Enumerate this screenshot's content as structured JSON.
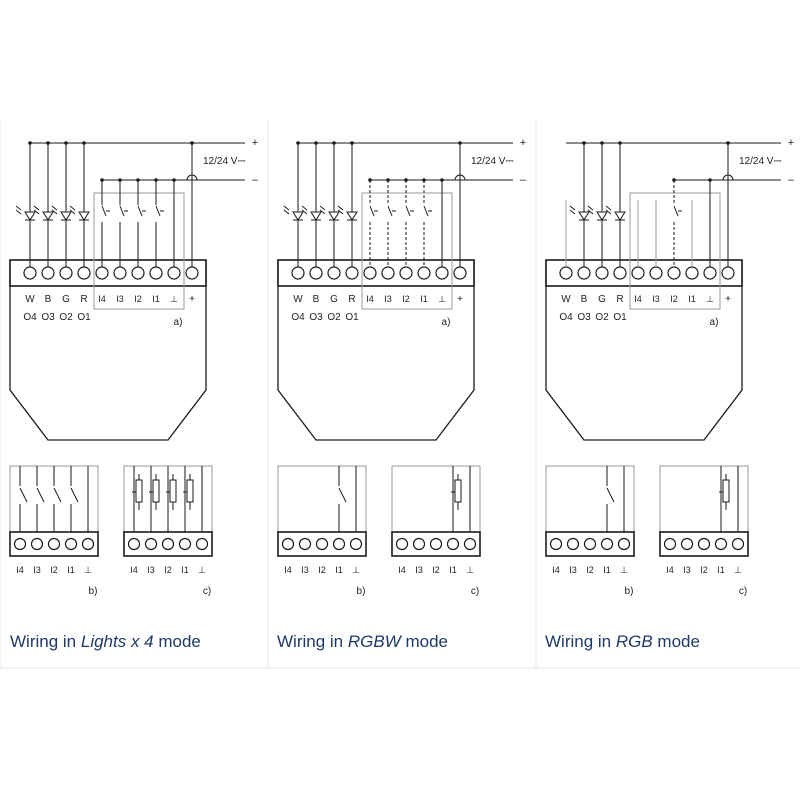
{
  "supply": {
    "plus": "+",
    "minus": "–",
    "voltage": "12/24 V⎓"
  },
  "terminal_labels": {
    "colors": [
      "W",
      "B",
      "G",
      "R"
    ],
    "outputs": [
      "O4",
      "O3",
      "O2",
      "O1"
    ],
    "inputs": [
      "I4",
      "I3",
      "I2",
      "I1",
      "⊥"
    ],
    "plus": "+"
  },
  "markers": {
    "a": "a)",
    "b": "b)",
    "c": "c)"
  },
  "panels": [
    {
      "id": "lights",
      "caption_prefix": "Wiring in ",
      "mode": "Lights x 4",
      "caption_suffix": " mode"
    },
    {
      "id": "rgbw",
      "caption_prefix": "Wiring in ",
      "mode": "RGBW",
      "caption_suffix": " mode"
    },
    {
      "id": "rgb",
      "caption_prefix": "Wiring in ",
      "mode": "RGB",
      "caption_suffix": " mode"
    }
  ],
  "colors": {
    "line": "#1a1a1a",
    "grey": "#9a9a9a",
    "divider": "#e6e6e6",
    "caption": "#1f3a68"
  }
}
